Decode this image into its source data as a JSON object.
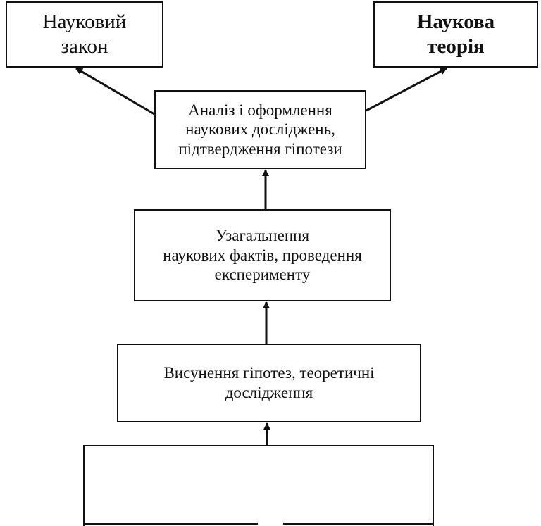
{
  "nodes": {
    "law": {
      "line1": "Науковий",
      "line2": "закон"
    },
    "theory": {
      "line1": "Наукова",
      "line2": "теорія"
    },
    "analysis": {
      "line1": "Аналіз і оформлення",
      "line2": "наукових досліджень,",
      "line3": "підтвердження гіпотези"
    },
    "generalize": {
      "line1": "Узагальнення",
      "line2": "наукових фактів, проведення",
      "line3": "експерименту"
    },
    "hypothesis": {
      "line1": "Висунення гіпотез, теоретичні",
      "line2": "дослідження"
    },
    "bottom": {
      "text": ""
    }
  },
  "edges": [
    {
      "from": "analysis",
      "to": "law"
    },
    {
      "from": "analysis",
      "to": "theory"
    },
    {
      "from": "generalize",
      "to": "analysis"
    },
    {
      "from": "hypothesis",
      "to": "generalize"
    },
    {
      "from": "bottom",
      "to": "hypothesis"
    }
  ],
  "colors": {
    "stroke": "#111111",
    "background": "#ffffff"
  }
}
